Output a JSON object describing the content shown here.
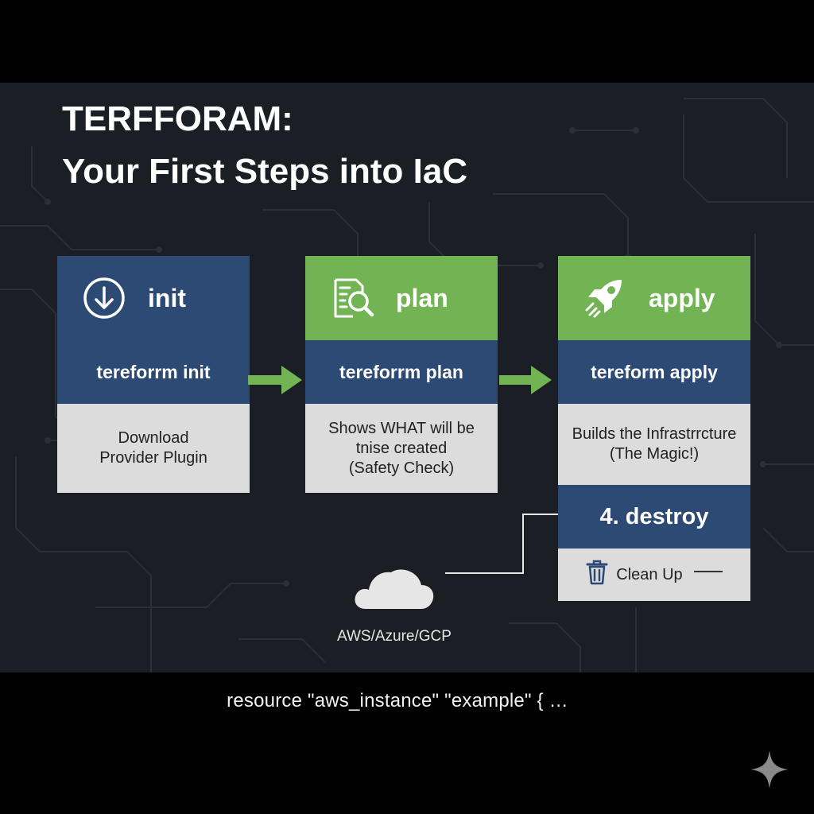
{
  "title": {
    "line1": "TERFFORAM:",
    "line2": "Your First Steps into IaC"
  },
  "steps": [
    {
      "label": "init",
      "icon": "download-circle-icon",
      "command": "tereforrm init",
      "description": [
        "Download",
        "Provider Plugin"
      ],
      "header_color": "#2c4a73"
    },
    {
      "label": "plan",
      "icon": "document-search-icon",
      "command": "tereforrm plan",
      "description": [
        "Shows WHAT will be",
        "tnise created",
        "(Safety Check)"
      ],
      "header_color": "#72b453"
    },
    {
      "label": "apply",
      "icon": "rocket-icon",
      "command": "tereform apply",
      "description": [
        "Builds the Infrastrrcture",
        "(The Magic!)"
      ],
      "header_color": "#72b453"
    }
  ],
  "destroy": {
    "label": "4. destroy",
    "action": "Clean Up",
    "icon": "trash-icon"
  },
  "cloud": {
    "label": "AWS/Azure/GCP",
    "icon": "cloud-icon"
  },
  "code_snippet": "resource  \"aws_instance\"  \"example\"  {  …",
  "colors": {
    "background": "#1b1e25",
    "blue": "#2c4a73",
    "green": "#72b453",
    "light_box": "#dcdcdc"
  }
}
